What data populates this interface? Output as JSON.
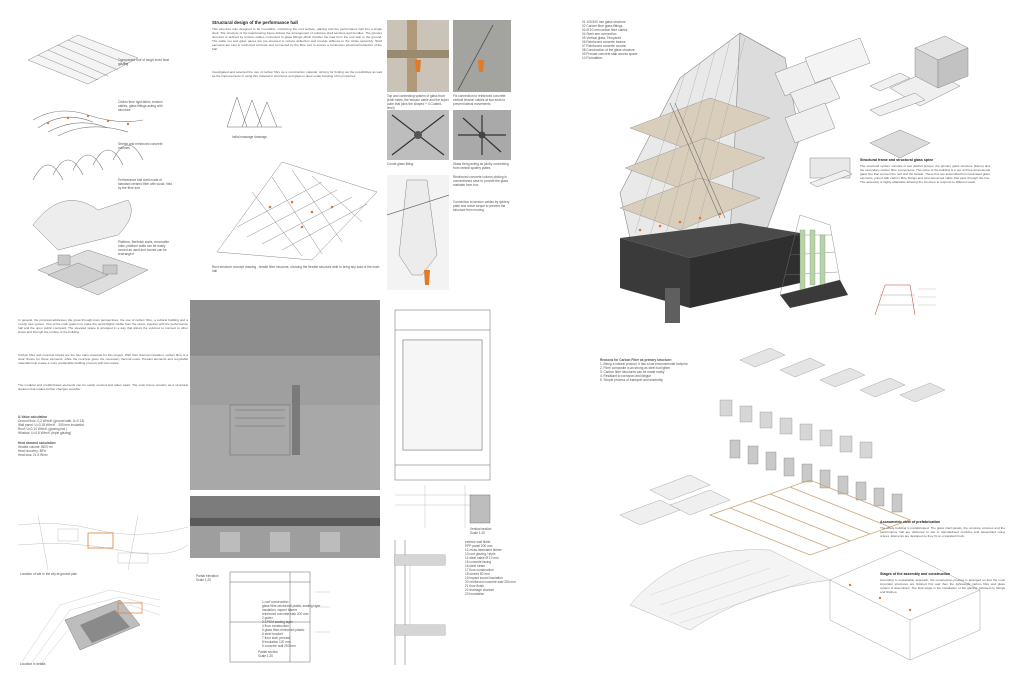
{
  "left_column": {
    "labels": [
      "Transparent roof of tough-ened float glazing",
      "Cellulo fibre rigid fabric, tension cables, glass fittings acting with structure",
      "Stretch and reinforced concrete volumes",
      "Performance hall shell made of standard ceramic filler with wood, held by the fibre sort",
      "Platform, Berlinish stairs, removable units, platform walls can be easily moved as used and moved can be rearranged"
    ],
    "caption_sketch": "Initial massage drawings"
  },
  "structural": {
    "heading": "Structural design of the performance hall",
    "body": "This structure was designed to be monolithic, combining the roof surface, glazing and the performance hall into a single shell. The structure of the load-bearing frame follows the arrangement of cellulose shell sections and bundles. The primary structure is defined by tension cables connected to glass fittings which transfer the load from the roof skin to the ground. The cable net and glass panes are pre-stressed to reduce deflection and provide stiffness to the whole assembly. Shell elements are cast in reinforced concrete and connected by the fibre sort to ensure a continuous structural behaviour of the hall.",
    "note": "Investigated and selected the use of carbon fibre as a construction material, striving for finding out the possibilities as well as the improvements in using this material in structures and glass in deep under bending of its properties.",
    "sketch_caption": "Roof structure concept drawing - tensile fibre structure, showing the flexible structure able to bring any load of the main hall"
  },
  "details": {
    "captions": [
      "Top and connecting system of glass front (both sides, the tension cable and the super cube that joins the shaped + 4 Coated-level)",
      "Fix connection to reinforced concrete: vertical tension cables at two ends to prevent lateral movements",
      "Conde glass fitting",
      "Glass fixing acting as joinby connecting from central spidery plates",
      "Reinforced concrete column picking in connectioned case to provide the glass maintain form box",
      "Connection to tension cables by spidery plate and shear torque to prevent the structure from moving"
    ]
  },
  "right_top": {
    "legend": [
      "01  100/100 mm glass structure",
      "02  Carbon fibre glass fittings",
      "03  Ø 10 mm carbon fibre cables",
      "04  Steel arm connection",
      "05  Vertical glass, Tempered",
      "06  Reinforced concrete beams",
      "07  Reinforced concrete column",
      "08  Construction of the glass structure",
      "09  Precast concrete stair access space",
      "10  Foundation"
    ],
    "structure_heading": "Structural frame and structural glass spine",
    "structure_text": "The structural system consists of two distinct groups: the primary glass structure (frame) and the secondary carbon fibre connections. The spine of the building is a set of three-dimensional glass fins that connect the roof and the facade. These fins are assembled from laminated glass elements, joined with carbon fibre fittings and post-tensioned cable that pass through the fins. The assembly is highly adaptable allowing the structure to respond to different loads."
  },
  "middle_left": {
    "intro": "In general, the proposal addresses the great through-town perspectives, the use of carbon fibre, a cultural building and a mostly new system. One of the main goals is to make the rental flights visible from the street, together with the performance hall and the open public courtyard. The elevated space is arranged in a way that allows the volumes to connect to other levels and through the rooftop of the building.",
    "intro2": "Carbon fibre and concrete blocks are the two main materials for this project. With their thermal insulation, carbon fibre is a clear choice for those elements, while the concrete gives the necessary thermal mass. Precast elements and recyclable materials help create a more sustainable building process with less waste.",
    "intro3": "The modular and prefabricated elements can be easily erected and taken apart. The main frame remains as a structural skeleton that makes further changes possible.",
    "calc_heading": "U-Value calculation",
    "calc_lines": [
      "Ground floor: 0,2 W/m²K (ground slab, U=0.13)",
      "Wall panel: U=0.18 W/m²K - 300 mm insulation",
      "Roof: U=0.14 W/m²K (glazing incl.)",
      "Window: U=0.8 W/m²K (triple glazing)"
    ],
    "heat_heading": "Heat demand calculation",
    "heat_lines": [
      "Heated volume: 8870 m³",
      "Heat recovery: 80%",
      "Heat loss: 21.5 W/m²"
    ],
    "map_caption": "Location of site in the city at ground plan",
    "plan_caption": "Location in details"
  },
  "drawings": {
    "section_caption": "Partial elevation\nScale 1:20",
    "plan_caption": "Partial section\nScale 1:20",
    "detail_caption": "Vertical section\nScale 1:20",
    "spec_lines": [
      "1  roof construction:",
      "   glass fibre-reinforced plastic sealing layer",
      "   insulation, vapour barrier",
      "   reinforced concrete slab 200 mm",
      "2  gutter",
      "3  EPDM sealing layer",
      "4  floor construction",
      "5  glass fibre-reinforced plastic",
      "6  steel bracket",
      "7  floor slab, precast",
      "8  insulation 120 mm",
      "9  concrete wall 250 mm"
    ],
    "spec_lines_b": [
      "exterior wall finish:",
      "EPP panel 200 mm",
      "12  cross-laminated timber",
      "13  roof glazing / triple",
      "14  steel cable Ø 10 mm",
      "15  concrete facing",
      "16  steel beam",
      "17  floor construction",
      "18  screed 50 mm",
      "19  impact sound insulation",
      "20  reinforced concrete slab 250 mm",
      "21  floor finish",
      "22  drainage channel",
      "23  foundation"
    ]
  },
  "right_bottom": {
    "reasons_heading": "Reasons for Carbon Fibre as primary structure:",
    "reasons": [
      "1. Being a natural product, it has a low environmental footprint",
      "2. Fibre composite is as strong as steel but lighter",
      "3. Carbon fibre structures can be made easily",
      "4. Resistant to corrosion and fatigue",
      "5. Simple process of transport and assembly"
    ],
    "axo_heading": "Axonometric view of prefabrication",
    "axo_text": "The whole building is prefabricated. The glass shell panels, the concrete volumes and the performance hall are delivered to site in standardised modules and assembled using cranes. Elements are designed so they fit on a standard truck.",
    "stages_heading": "Stages of the assembly and construction",
    "stages_text": "According to sustainable approach, the construction process is arranged so that the most important structures are finished first and then the lightweight carbon fibre and glass system is assembled. The final stage is the installation of the glazing, followed by fittings and finishes."
  }
}
